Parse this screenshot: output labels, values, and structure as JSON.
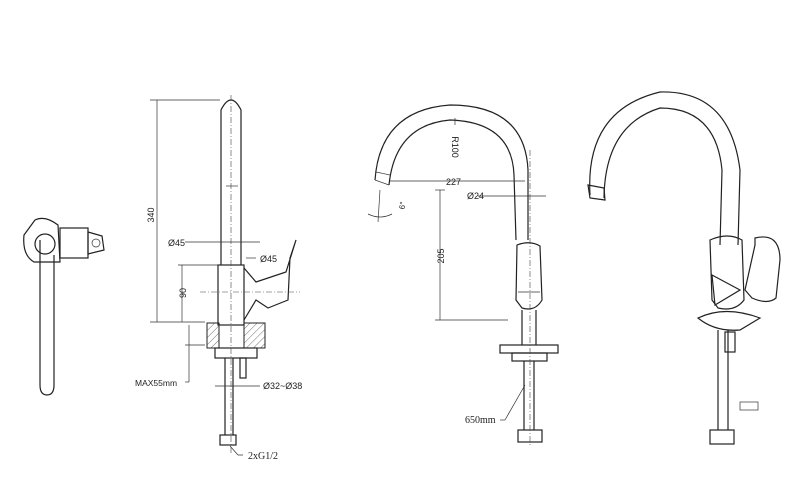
{
  "labels": {
    "height_total": "340",
    "dia_spout": "Ø45",
    "dia_body": "Ø45",
    "height_body": "90",
    "max_thickness": "MAX55mm",
    "hole_range": "Ø32~Ø38",
    "connection": "2xG1/2",
    "radius": "R100",
    "reach": "227",
    "dia_tube": "Ø24",
    "clearance": "205",
    "angle": "6°",
    "hose_length": "650mm"
  }
}
